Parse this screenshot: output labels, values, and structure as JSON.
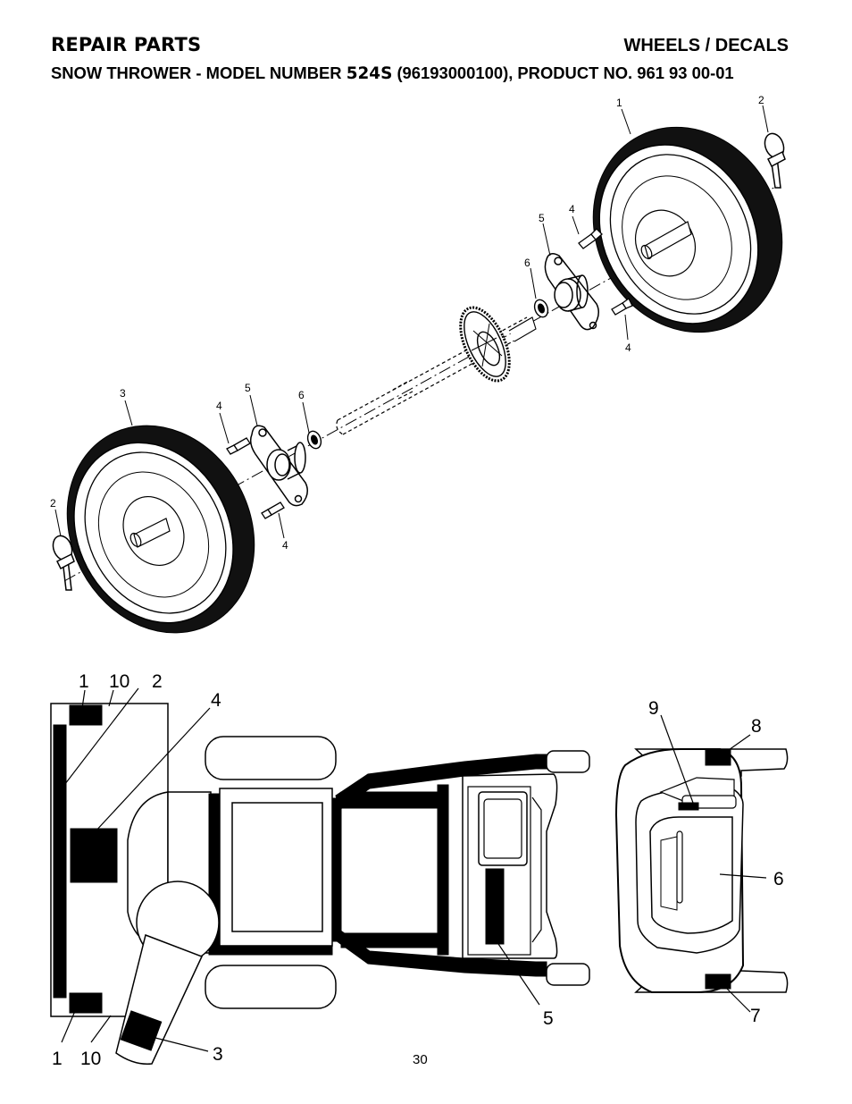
{
  "header": {
    "left_title": "REPAIR PARTS",
    "right_title": "WHEELS / DECALS",
    "subtitle_pre": "SNOW THROWER - MODEL NUMBER ",
    "subtitle_model": "524S",
    "subtitle_post": " (96193000100), PRODUCT NO. 961 93 00-01"
  },
  "wheels_callouts": [
    "1",
    "2",
    "5",
    "4",
    "6",
    "4",
    "3",
    "4",
    "5",
    "6",
    "2",
    "4"
  ],
  "decal_callouts": [
    "1",
    "10",
    "2",
    "4",
    "1",
    "10",
    "3",
    "9",
    "8",
    "6",
    "5",
    "7"
  ],
  "page_number": "30"
}
